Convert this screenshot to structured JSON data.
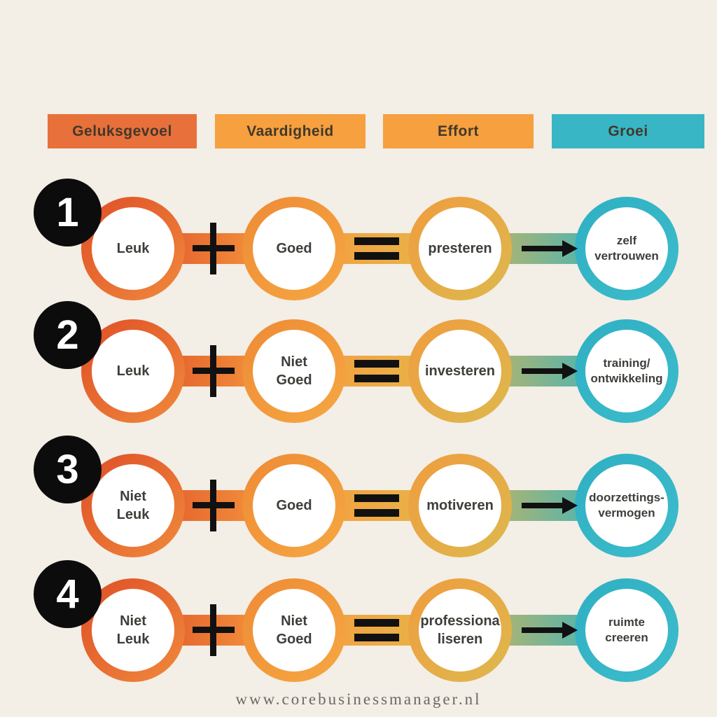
{
  "page": {
    "footer": "www.corebusinessmanager.nl"
  },
  "colors": {
    "background": "#f3eee6",
    "header_geluksgevoel": "#e8703a",
    "header_vaardigheid": "#f6a03f",
    "header_effort": "#f6a03f",
    "header_groei": "#38b6c5",
    "badge": "#0c0c0c",
    "ring_geluksgevoel": "#e0522a",
    "ring_vaardigheid": "#f59a3d",
    "ring_effort": "#e8b44a",
    "ring_groei": "#2fb5c6"
  },
  "headers": [
    {
      "label": "Geluksgevoel"
    },
    {
      "label": "Vaardigheid"
    },
    {
      "label": "Effort"
    },
    {
      "label": "Groei"
    }
  ],
  "rows": [
    {
      "number": "1",
      "geluksgevoel": "Leuk",
      "vaardigheid": "Goed",
      "effort": "presteren",
      "groei": "zelf\nvertrouwen"
    },
    {
      "number": "2",
      "geluksgevoel": "Leuk",
      "vaardigheid": "Niet\nGoed",
      "effort": "investeren",
      "groei": "training/\nontwikkeling"
    },
    {
      "number": "3",
      "geluksgevoel": "Niet\nLeuk",
      "vaardigheid": "Goed",
      "effort": "motiveren",
      "groei": "doorzettings-\nvermogen"
    },
    {
      "number": "4",
      "geluksgevoel": "Niet\nLeuk",
      "vaardigheid": "Niet\nGoed",
      "effort": "professiona\nliseren",
      "groei": "ruimte\ncreeren"
    }
  ]
}
